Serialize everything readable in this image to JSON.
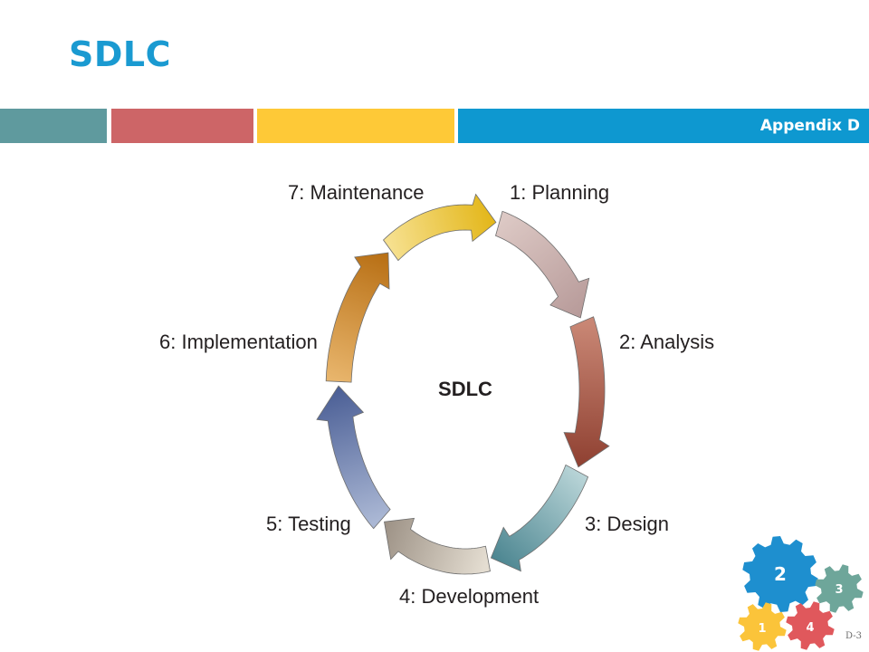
{
  "slide": {
    "title": "SDLC",
    "section_label": "Appendix D",
    "page_number": "D-3"
  },
  "header_bar": {
    "colors": [
      "#5f9a9e",
      "#cd6567",
      "#fec937",
      "#0e98d0"
    ]
  },
  "diagram": {
    "center_label": "SDLC",
    "phases": [
      {
        "label": "1: Planning",
        "color_start": "#f6e08f",
        "color_end": "#e3b618"
      },
      {
        "label": "2: Analysis",
        "color_start": "#dcc8c4",
        "color_end": "#b79a99"
      },
      {
        "label": "3: Design",
        "color_start": "#c98775",
        "color_end": "#8f4031"
      },
      {
        "label": "4: Development",
        "color_start": "#b8d4d7",
        "color_end": "#4b8590"
      },
      {
        "label": "5: Testing",
        "color_start": "#e4ddd1",
        "color_end": "#9c9185"
      },
      {
        "label": "6: Implementation",
        "color_start": "#aab7d4",
        "color_end": "#4a5e95"
      },
      {
        "label": "7: Maintenance",
        "color_start": "#e8b56c",
        "color_end": "#b76e13"
      }
    ]
  },
  "gears": [
    {
      "number": "2",
      "color": "#1e8fcf"
    },
    {
      "number": "3",
      "color": "#6ea69a"
    },
    {
      "number": "1",
      "color": "#fbc43a"
    },
    {
      "number": "4",
      "color": "#e0585c"
    }
  ]
}
